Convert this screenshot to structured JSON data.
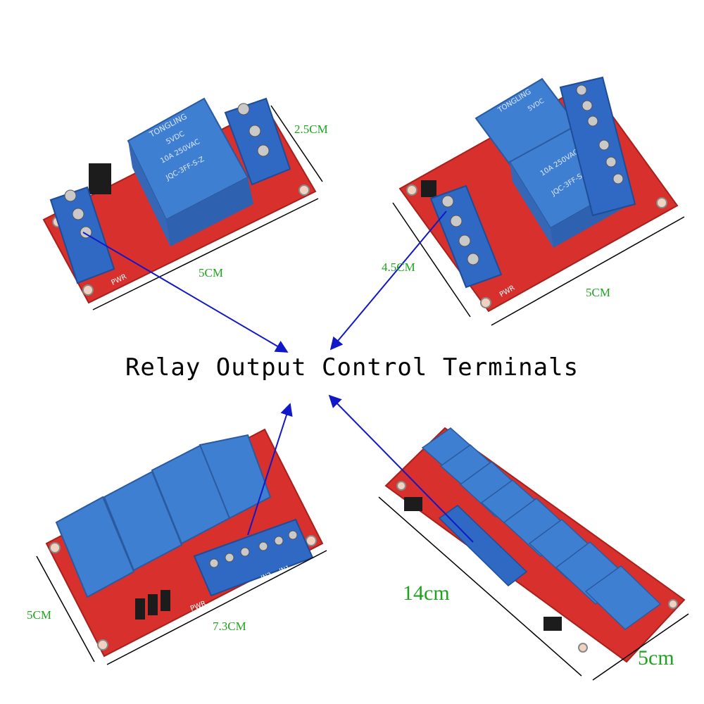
{
  "title": "Relay Output Control Terminals",
  "colors": {
    "board": "#d8302c",
    "relay": "#3f7fd2",
    "terminal": "#2f69c4",
    "arrow": "#1118c7",
    "dim_text": "#1fa31f"
  },
  "boards": {
    "one_channel": {
      "relay_brand": "TONGLING",
      "relay_model": "JQC-3FF-S-Z",
      "relay_voltage": "5VDC",
      "relay_rating": "10A 250VAC",
      "pwr_label": "PWR",
      "dim_height": "2.5CM",
      "dim_width": "5CM"
    },
    "two_channel": {
      "relay_brand": "TONGLING",
      "relay_model": "JQC-3FF-S-Z",
      "relay_voltage": "5VDC",
      "relay_rating": "10A 250VAC",
      "pwr_label": "PWR",
      "dim_height": "4.5CM",
      "dim_width": "5CM"
    },
    "four_channel": {
      "pin_labels": [
        "IN2",
        "IN1"
      ],
      "pwr_label": "PWR",
      "dim_height": "5CM",
      "dim_width": "7.3CM"
    },
    "eight_channel": {
      "dim_length": "14cm",
      "dim_width": "5cm"
    }
  }
}
